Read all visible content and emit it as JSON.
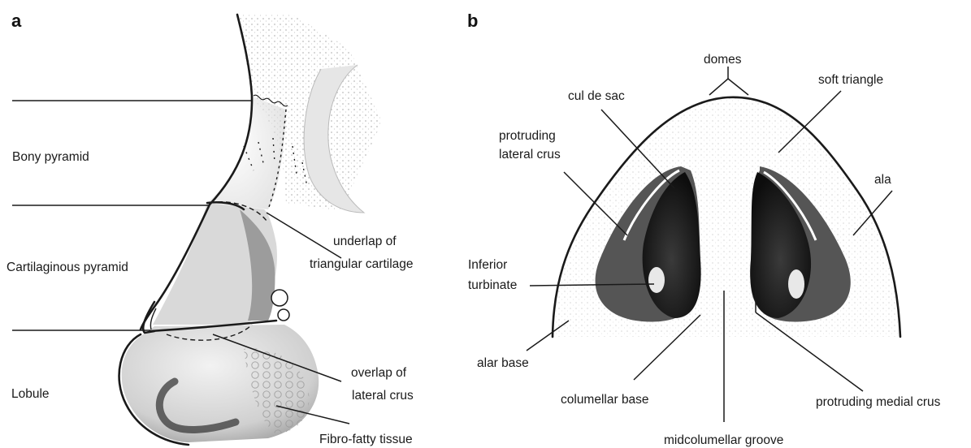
{
  "panels": {
    "a": {
      "letter": "a",
      "levels": [
        "Bony pyramid",
        "Cartilaginous pyramid",
        "Lobule"
      ],
      "callouts": {
        "underlap_line1": "underlap of",
        "underlap_line2": "triangular cartilage",
        "overlap_line1": "overlap of",
        "overlap_line2": "lateral crus",
        "fibro": "Fibro-fatty tissue"
      }
    },
    "b": {
      "letter": "b",
      "labels": {
        "domes": "domes",
        "soft_triangle": "soft triangle",
        "cul_de_sac": "cul de sac",
        "protruding_lateral_line1": "protruding",
        "protruding_lateral_line2": "lateral crus",
        "ala": "ala",
        "inferior_turbinate_line1": "Inferior",
        "inferior_turbinate_line2": "turbinate",
        "alar_base": "alar base",
        "columellar_base": "columellar base",
        "protruding_medial_crus": "protruding medial crus",
        "midcolumellar_groove": "midcolumellar groove"
      }
    }
  }
}
